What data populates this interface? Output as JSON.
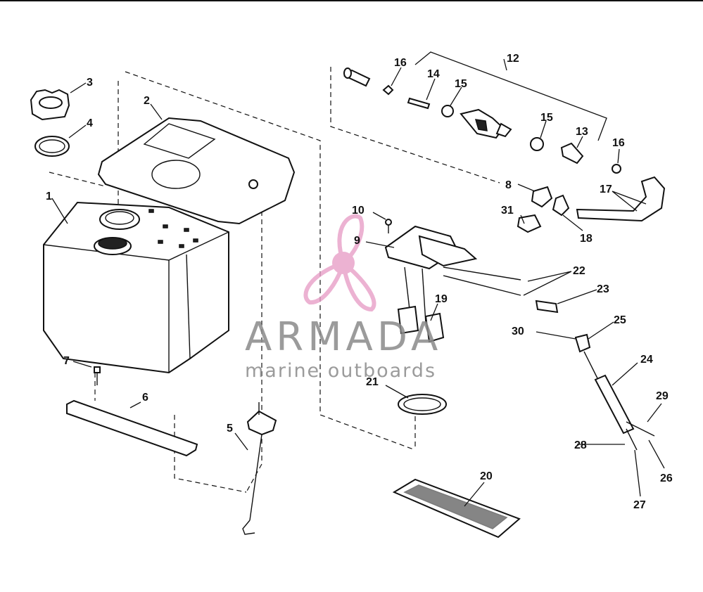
{
  "watermark": {
    "brand": "ARMADA",
    "tagline": "marine outboards",
    "accent_color": "#e8a0c8",
    "text_color": "#8a8a8a"
  },
  "callouts": {
    "c1": "1",
    "c2": "2",
    "c3": "3",
    "c4": "4",
    "c5": "5",
    "c6": "6",
    "c7": "7",
    "c8": "8",
    "c9": "9",
    "c10": "10",
    "c12": "12",
    "c13": "13",
    "c14": "14",
    "c15a": "15",
    "c15b": "15",
    "c16a": "16",
    "c16b": "16",
    "c17": "17",
    "c18": "18",
    "c19": "19",
    "c20": "20",
    "c21": "21",
    "c22": "22",
    "c23": "23",
    "c24": "24",
    "c25": "25",
    "c26": "26",
    "c27": "27",
    "c28": "28",
    "c29": "29",
    "c30": "30",
    "c31": "31"
  }
}
